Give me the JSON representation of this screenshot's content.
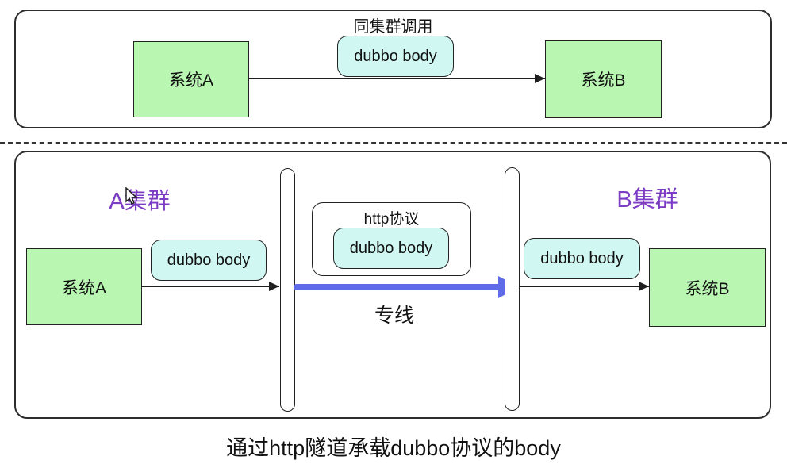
{
  "top_panel": {
    "title": "同集群调用",
    "system_a": "系统A",
    "system_b": "系统B",
    "payload": "dubbo body"
  },
  "bottom_panel": {
    "cluster_a": "A集群",
    "cluster_b": "B集群",
    "system_a": "系统A",
    "system_b": "系统B",
    "payload_left": "dubbo body",
    "payload_right": "dubbo body",
    "http_box": {
      "title": "http协议",
      "payload": "dubbo body"
    },
    "link_label": "专线"
  },
  "caption": "通过http隧道承载dubbo协议的body",
  "colors": {
    "box_green": "#b9f6b2",
    "box_cyan": "#d1f7f2",
    "cluster_purple": "#7d3cc4",
    "link_blue": "#5f6be8"
  }
}
